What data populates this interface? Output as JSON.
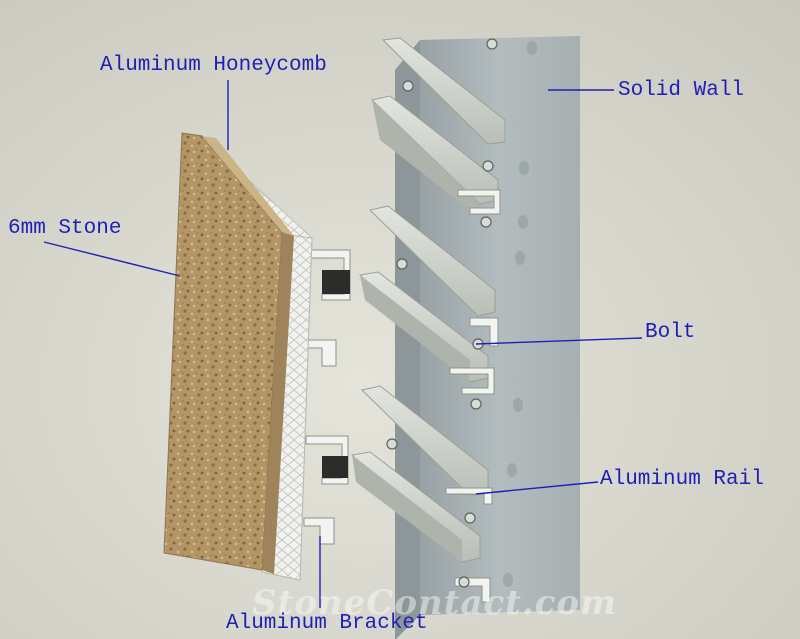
{
  "labels": {
    "aluminum_honeycomb": "Aluminum Honeycomb",
    "stone": "6mm Stone",
    "solid_wall": "Solid Wall",
    "bolt": "Bolt",
    "aluminum_rail": "Aluminum Rail",
    "aluminum_bracket": "Aluminum Bracket"
  },
  "watermark": "StoneContact.com",
  "colors": {
    "label_text": "#1f1fb8",
    "leader_line": "#1f1fb8",
    "background": "#d6d6cb",
    "stone": "#b89a6a",
    "wall": "#a9b2b4",
    "aluminum": "#c8cdc6"
  }
}
